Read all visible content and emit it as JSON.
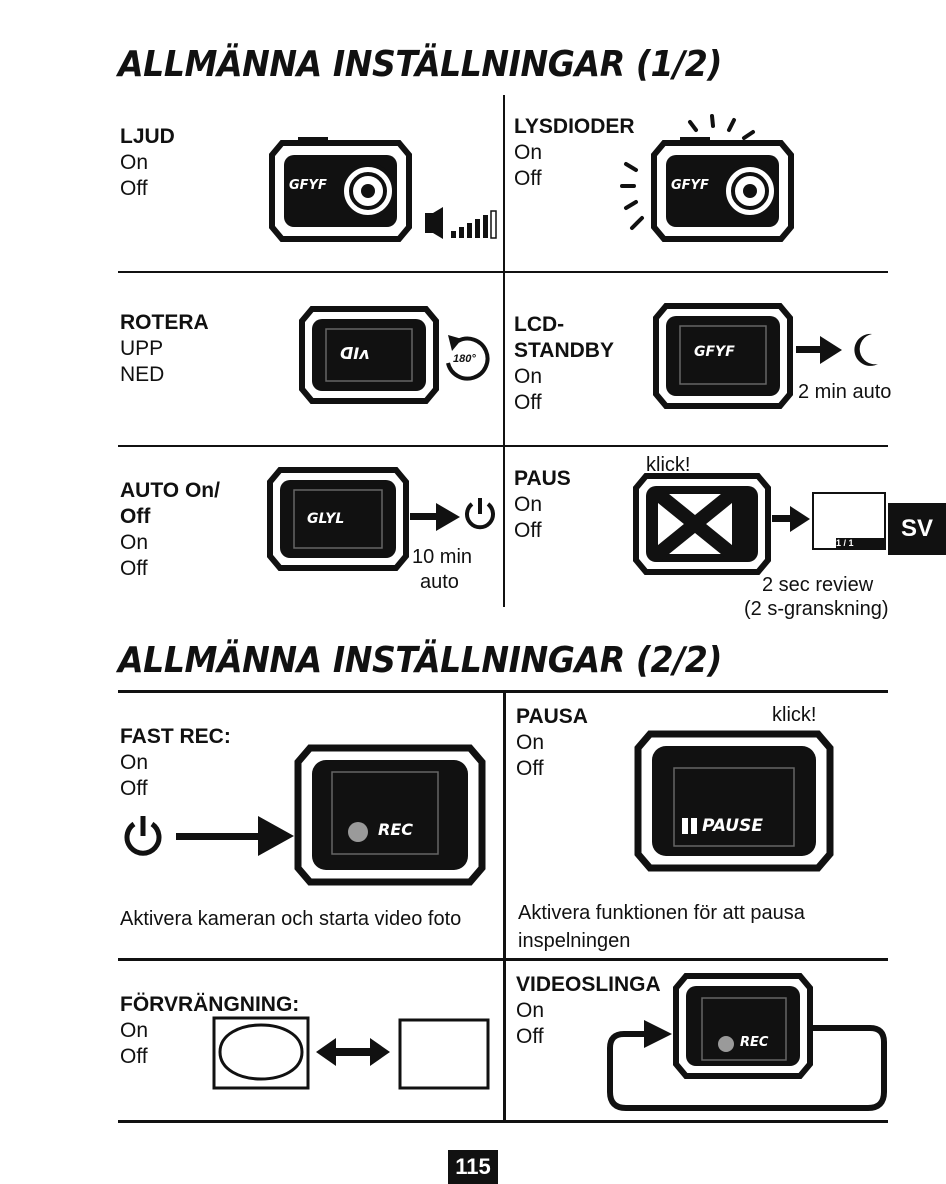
{
  "heading1": "ALLMÄNNA INSTÄLLNINGAR (1/2)",
  "heading2": "ALLMÄNNA INSTÄLLNINGAR (2/2)",
  "ljud": {
    "title": "LJUD",
    "on": "On",
    "off": "Off"
  },
  "lysdioder": {
    "title": "LYSDIODER",
    "on": "On",
    "off": "Off"
  },
  "rotera": {
    "title": "ROTERA",
    "up": "UPP",
    "down": "NED",
    "angle": "180°",
    "screen_text": "ᗡIᴧ"
  },
  "lcd": {
    "title_line1": "LCD-",
    "title_line2": "STANDBY",
    "on": "On",
    "off": "Off",
    "note": "2 min auto",
    "screen_text": "GFYF"
  },
  "auto": {
    "title_line1": "AUTO On/",
    "title_line2": "Off",
    "on": "On",
    "off": "Off",
    "note_line1": "10 min",
    "note_line2": "auto",
    "screen_text": "GLYL"
  },
  "paus": {
    "title": "PAUS",
    "on": "On",
    "off": "Off",
    "click": "klick!",
    "review_line1": "2 sec review",
    "review_line2": "(2 s-granskning)",
    "screen_counter": "1 / 1"
  },
  "fast_rec": {
    "title": "FAST REC:",
    "on": "On",
    "off": "Off",
    "screen_text": "REC",
    "description": "Aktivera kameran och starta video foto"
  },
  "pausa": {
    "title": "PAUSA",
    "on": "On",
    "off": "Off",
    "click": "klick!",
    "screen_text": "PAUSE",
    "description_line1": "Aktivera funktionen för att pausa",
    "description_line2": "inspelningen"
  },
  "forvrangning": {
    "title": "FÖRVRÄNGNING:",
    "on": "On",
    "off": "Off"
  },
  "videoslinga": {
    "title": "VIDEOSLINGA",
    "on": "On",
    "off": "Off",
    "screen_text": "REC"
  },
  "brand_text": "GFYF",
  "side_tab": "SV",
  "page_number": "115"
}
